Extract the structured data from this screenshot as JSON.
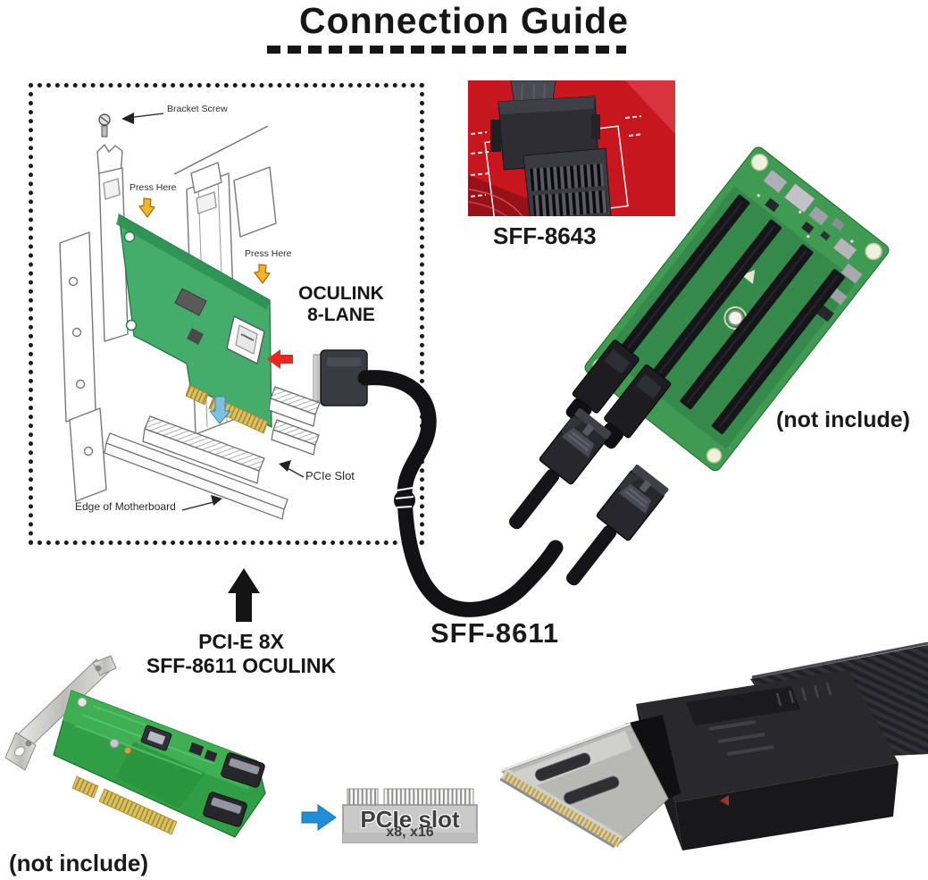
{
  "page": {
    "title": "Connection Guide"
  },
  "diagram": {
    "bracket_screw": "Bracket Screw",
    "press_here_top": "Press Here",
    "press_here_side": "Press Here",
    "oculink_line1": "OCULINK",
    "oculink_line2": "8-LANE",
    "pcie_slot": "PCIe Slot",
    "edge_of_motherboard": "Edge of Motherboard"
  },
  "captions": {
    "sff8643": "SFF-8643",
    "sff8611": "SFF-8611",
    "backplane_not_include": "(not include)",
    "card_not_include": "(not include)",
    "adapter_line1": "PCI-E 8X",
    "adapter_line2": "SFF-8611 OCULINK",
    "slot_title": "PCIe slot",
    "slot_sub": "x8, x16"
  },
  "colors": {
    "red_pcb": "#c8161f",
    "board_green": "#3f9b52",
    "card_green": "#45ad6c",
    "cable_black": "#121215",
    "arrow_blue": "#1f8fd8",
    "arrow_red": "#e8281e",
    "arrow_yellow": "#f5b32a",
    "gold": "#c9a43e"
  }
}
